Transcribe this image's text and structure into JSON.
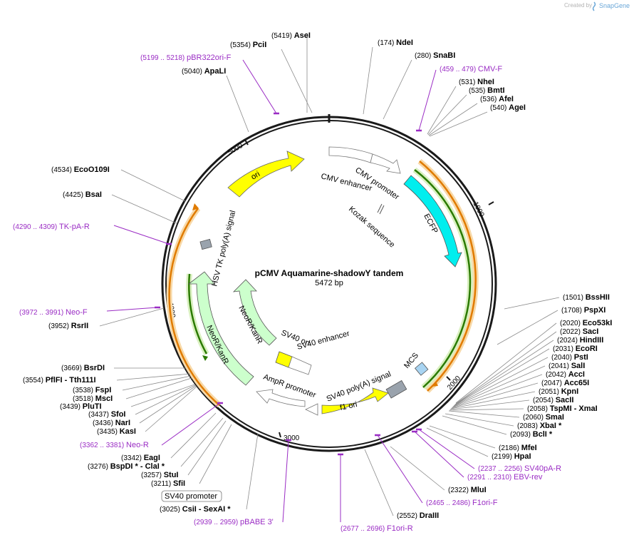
{
  "header": {
    "credit": "Created by",
    "brand": "SnapGene"
  },
  "plasmid": {
    "name": "pCMV Aquamarine-shadowY tandem",
    "length": "5472 bp"
  },
  "ruler": [
    "1000",
    "2000",
    "3000",
    "4000",
    "5000"
  ],
  "sites": [
    {
      "name": "AseI",
      "pos": "(5419)"
    },
    {
      "name": "PciI",
      "pos": "(5354)"
    },
    {
      "name": "ApaLI",
      "pos": "(5040)"
    },
    {
      "name": "NdeI",
      "pos": "(174)"
    },
    {
      "name": "SnaBI",
      "pos": "(280)"
    },
    {
      "name": "NheI",
      "pos": "(531)"
    },
    {
      "name": "BmtI",
      "pos": "(535)"
    },
    {
      "name": "AfeI",
      "pos": "(536)"
    },
    {
      "name": "AgeI",
      "pos": "(540)"
    },
    {
      "name": "EcoO109I",
      "pos": "(4534)"
    },
    {
      "name": "BsaI",
      "pos": "(4425)"
    },
    {
      "name": "RsrII",
      "pos": "(3952)"
    },
    {
      "name": "BsrDI",
      "pos": "(3669)"
    },
    {
      "name": "PflFI - Tth111I",
      "pos": "(3554)"
    },
    {
      "name": "FspI",
      "pos": "(3538)"
    },
    {
      "name": "MscI",
      "pos": "(3518)"
    },
    {
      "name": "PluTI",
      "pos": "(3439)"
    },
    {
      "name": "SfoI",
      "pos": "(3437)"
    },
    {
      "name": "NarI",
      "pos": "(3436)"
    },
    {
      "name": "KasI",
      "pos": "(3435)"
    },
    {
      "name": "EagI",
      "pos": "(3342)"
    },
    {
      "name": "BspDI * - ClaI *",
      "pos": "(3276)"
    },
    {
      "name": "StuI",
      "pos": "(3257)"
    },
    {
      "name": "SfiI",
      "pos": "(3211)"
    },
    {
      "name": "CsiI - SexAI *",
      "pos": "(3025)"
    },
    {
      "name": "BssHII",
      "pos": "(1501)"
    },
    {
      "name": "PspXI",
      "pos": "(1708)"
    },
    {
      "name": "Eco53kI",
      "pos": "(2020)"
    },
    {
      "name": "SacI",
      "pos": "(2022)"
    },
    {
      "name": "HindIII",
      "pos": "(2024)"
    },
    {
      "name": "EcoRI",
      "pos": "(2031)"
    },
    {
      "name": "PstI",
      "pos": "(2040)"
    },
    {
      "name": "SalI",
      "pos": "(2041)"
    },
    {
      "name": "AccI",
      "pos": "(2042)"
    },
    {
      "name": "Acc65I",
      "pos": "(2047)"
    },
    {
      "name": "KpnI",
      "pos": "(2051)"
    },
    {
      "name": "SacII",
      "pos": "(2054)"
    },
    {
      "name": "TspMI - XmaI",
      "pos": "(2058)"
    },
    {
      "name": "SmaI",
      "pos": "(2060)"
    },
    {
      "name": "XbaI *",
      "pos": "(2083)"
    },
    {
      "name": "BclI *",
      "pos": "(2093)"
    },
    {
      "name": "MfeI",
      "pos": "(2186)"
    },
    {
      "name": "HpaI",
      "pos": "(2199)"
    },
    {
      "name": "MluI",
      "pos": "(2322)"
    },
    {
      "name": "DraIII",
      "pos": "(2552)"
    }
  ],
  "primers": [
    {
      "name": "pBR322ori-F",
      "pos": "(5199 .. 5218)"
    },
    {
      "name": "CMV-F",
      "pos": "(459 .. 479)"
    },
    {
      "name": "TK-pA-R",
      "pos": "(4290 .. 4309)"
    },
    {
      "name": "Neo-F",
      "pos": "(3972 .. 3991)"
    },
    {
      "name": "Neo-R",
      "pos": "(3362 .. 3381)"
    },
    {
      "name": "SV40pA-R",
      "pos": "(2237 .. 2256)"
    },
    {
      "name": "EBV-rev",
      "pos": "(2291 .. 2310)"
    },
    {
      "name": "F1ori-F",
      "pos": "(2465 .. 2486)"
    },
    {
      "name": "F1ori-R",
      "pos": "(2677 .. 2696)"
    },
    {
      "name": "pBABE 3'",
      "pos": "(2939 .. 2959)"
    }
  ],
  "features": {
    "ori": "ori",
    "cmv_enhancer": "CMV enhancer",
    "cmv_promoter": "CMV promoter",
    "kozak": "Kozak sequence",
    "ecfp": "ECFP",
    "mcs": "MCS",
    "sv40_polya": "SV40 poly(A) signal",
    "f1_ori": "f1 ori",
    "ampr_promoter": "AmpR promoter",
    "sv40_ori": "SV40 ori",
    "sv40_enhancer": "SV40 enhancer",
    "neor_inner": "NeoR/KanR",
    "neor_outer": "NeoR/KanR",
    "hsv_tk": "HSV TK poly(A) signal",
    "sv40_promoter_box": "SV40 promoter"
  },
  "colors": {
    "backbone": "#1a1a1a",
    "ori": "#ffff00",
    "ecfp": "#00eeee",
    "neor": "#ccffcc",
    "primer": "#9a2cc4",
    "orf_orange": "#e07b00",
    "orf_green": "#2a7a00",
    "grey_feature": "#9aa3ad",
    "mcs": "#a8d4f2"
  }
}
